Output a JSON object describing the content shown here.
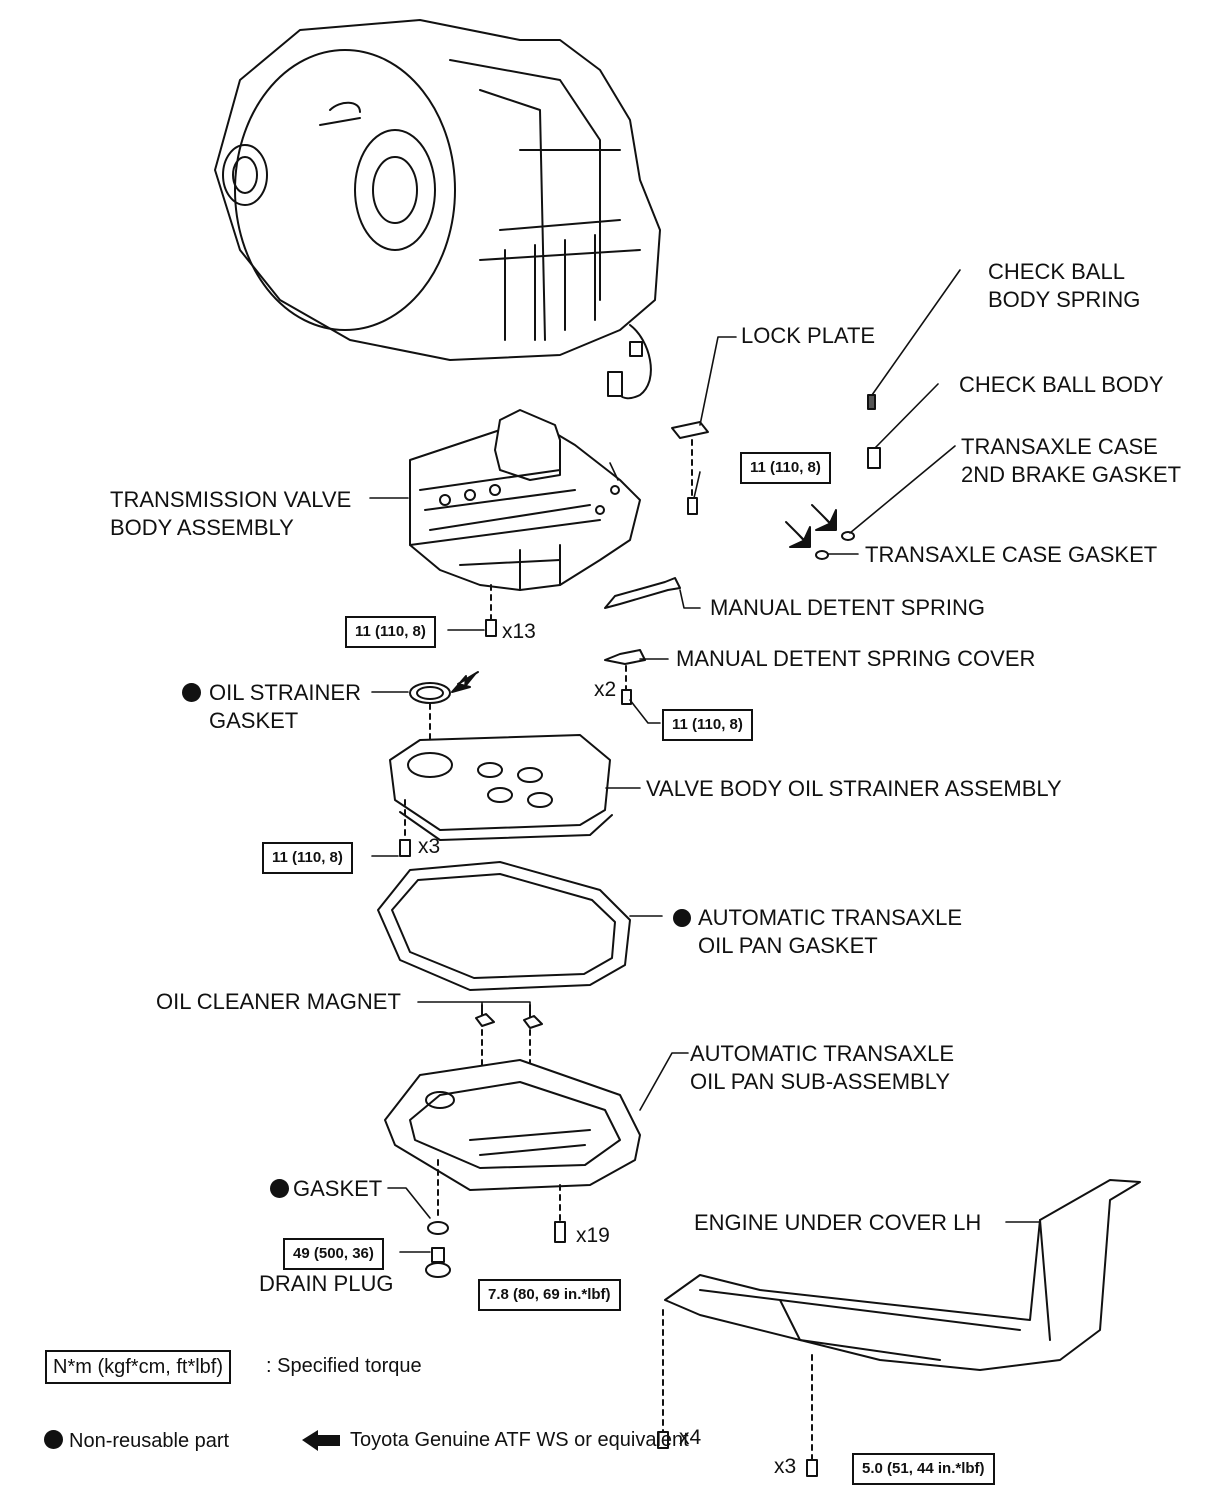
{
  "parts": {
    "check_ball_body_spring": [
      "CHECK BALL",
      "BODY SPRING"
    ],
    "lock_plate": "LOCK PLATE",
    "check_ball_body": "CHECK BALL BODY",
    "transaxle_case_2nd_brake_gasket": [
      "TRANSAXLE CASE",
      "2ND BRAKE GASKET"
    ],
    "transmission_valve_body_assembly": [
      "TRANSMISSION VALVE",
      "BODY ASSEMBLY"
    ],
    "transaxle_case_gasket": "TRANSAXLE CASE GASKET",
    "manual_detent_spring": "MANUAL DETENT SPRING",
    "manual_detent_spring_cover": "MANUAL DETENT SPRING COVER",
    "oil_strainer_gasket": [
      "OIL STRAINER",
      "GASKET"
    ],
    "valve_body_oil_strainer_assembly": "VALVE BODY OIL STRAINER ASSEMBLY",
    "automatic_transaxle_oil_pan_gasket": [
      "AUTOMATIC TRANSAXLE",
      "OIL PAN GASKET"
    ],
    "oil_cleaner_magnet": "OIL CLEANER MAGNET",
    "automatic_transaxle_oil_pan_sub_assembly": [
      "AUTOMATIC TRANSAXLE",
      "OIL PAN SUB-ASSEMBLY"
    ],
    "gasket": "GASKET",
    "engine_under_cover_lh": "ENGINE UNDER COVER LH",
    "drain_plug": "DRAIN PLUG"
  },
  "torques": {
    "lock_plate_bolt": "11 (110, 8)",
    "valve_body_bolts": "11 (110, 8)",
    "detent_cover_bolts": "11 (110, 8)",
    "strainer_bolts": "11 (110, 8)",
    "drain_plug": "49 (500, 36)",
    "oil_pan_bolts": "7.8 (80, 69 in.*lbf)",
    "under_cover_bolts": "5.0 (51, 44 in.*lbf)"
  },
  "quantities": {
    "valve_body_bolts": "x13",
    "detent_cover_bolts": "x2",
    "strainer_bolts": "x3",
    "oil_pan_bolts": "x19",
    "under_cover_front": "x4",
    "under_cover_rear": "x3"
  },
  "legend": {
    "torque_unit": "N*m (kgf*cm, ft*lbf)",
    "torque_desc": ": Specified torque",
    "non_reusable": "Non-reusable part",
    "atf": "Toyota Genuine ATF WS or equivalent"
  },
  "colors": {
    "ink": "#111111",
    "paper": "#ffffff",
    "shade": "#d9d9d9"
  }
}
